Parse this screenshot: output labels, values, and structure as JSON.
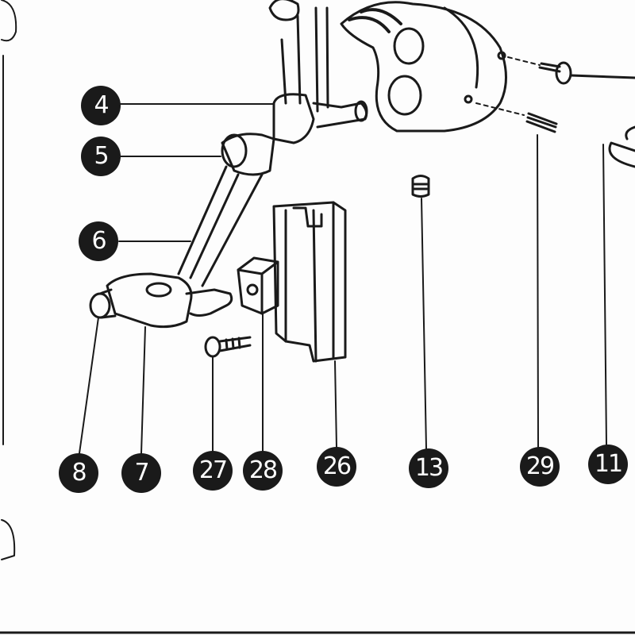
{
  "diagram": {
    "callouts": [
      {
        "id": "c4",
        "label": "4"
      },
      {
        "id": "c5",
        "label": "5"
      },
      {
        "id": "c6",
        "label": "6"
      },
      {
        "id": "c8",
        "label": "8"
      },
      {
        "id": "c7",
        "label": "7"
      },
      {
        "id": "c27",
        "label": "27"
      },
      {
        "id": "c28",
        "label": "28"
      },
      {
        "id": "c26",
        "label": "26"
      },
      {
        "id": "c13",
        "label": "13"
      },
      {
        "id": "c29",
        "label": "29"
      },
      {
        "id": "c11",
        "label": "11"
      }
    ],
    "colors": {
      "ink": "#1a1a1a",
      "paper": "#fdfdfd"
    }
  }
}
